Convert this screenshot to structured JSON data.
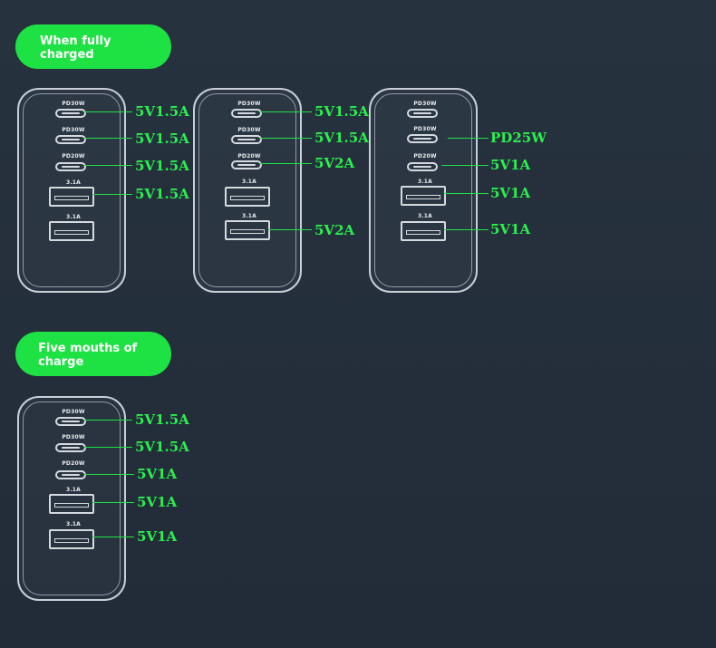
{
  "sections": [
    {
      "title": "When fully\ncharged"
    },
    {
      "title": "Five mouths of\ncharge"
    }
  ],
  "port_labels": {
    "c1": "PD30W",
    "c2": "PD30W",
    "c3": "PD20W",
    "a1": "3.1A",
    "a2": "3.1A"
  },
  "configs": [
    {
      "c1": "5V1.5A",
      "c2": "5V1.5A",
      "c3": "5V1.5A",
      "a1": "5V1.5A",
      "a2": ""
    },
    {
      "c1": "5V1.5A",
      "c2": "5V1.5A",
      "c3": "5V2A",
      "a1": "",
      "a2": "5V2A"
    },
    {
      "c1": "",
      "c2": "PD25W",
      "c3": "5V1A",
      "a1": "5V1A",
      "a2": "5V1A"
    },
    {
      "c1": "5V1.5A",
      "c2": "5V1.5A",
      "c3": "5V1A",
      "a1": "5V1A",
      "a2": "5V1A"
    }
  ],
  "colors": {
    "accent": "#1ee243",
    "background": "#25303d",
    "outline": "#c7ced6"
  }
}
